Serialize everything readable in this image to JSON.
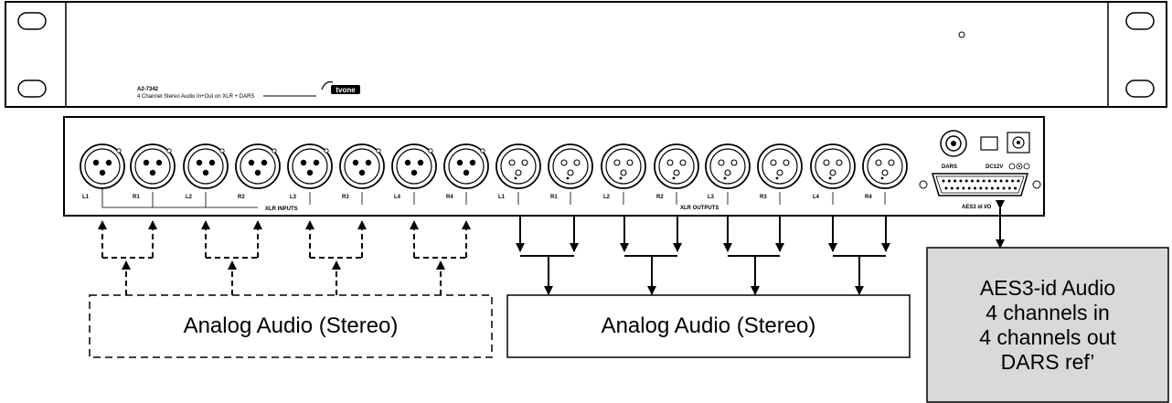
{
  "front_panel": {
    "model": "A2-7342",
    "description": "4 Channel Stereo Audio In+Out on XLR + DARS",
    "brand": "tvone"
  },
  "rear_panel": {
    "input_connectors": [
      "L1",
      "R1",
      "L2",
      "R2",
      "L3",
      "R3",
      "L4",
      "R4"
    ],
    "input_group_label": "XLR INPUTS",
    "output_connectors": [
      "L1",
      "R1",
      "L2",
      "R2",
      "L3",
      "R3",
      "L4",
      "R4"
    ],
    "output_group_label": "XLR OUTPUTS",
    "dars_label": "DARS",
    "power_label": "DC12V",
    "aes_port_label": "AES3 id I/O"
  },
  "boxes": {
    "analog_in": {
      "label": "Analog Audio (Stereo)",
      "style": "dashed"
    },
    "analog_out": {
      "label": "Analog Audio (Stereo)",
      "style": "solid"
    },
    "aes": {
      "lines": [
        "AES3-id Audio",
        "4 channels in",
        "4 channels out",
        "DARS ref’"
      ],
      "fill": "#d9d9d9"
    }
  }
}
